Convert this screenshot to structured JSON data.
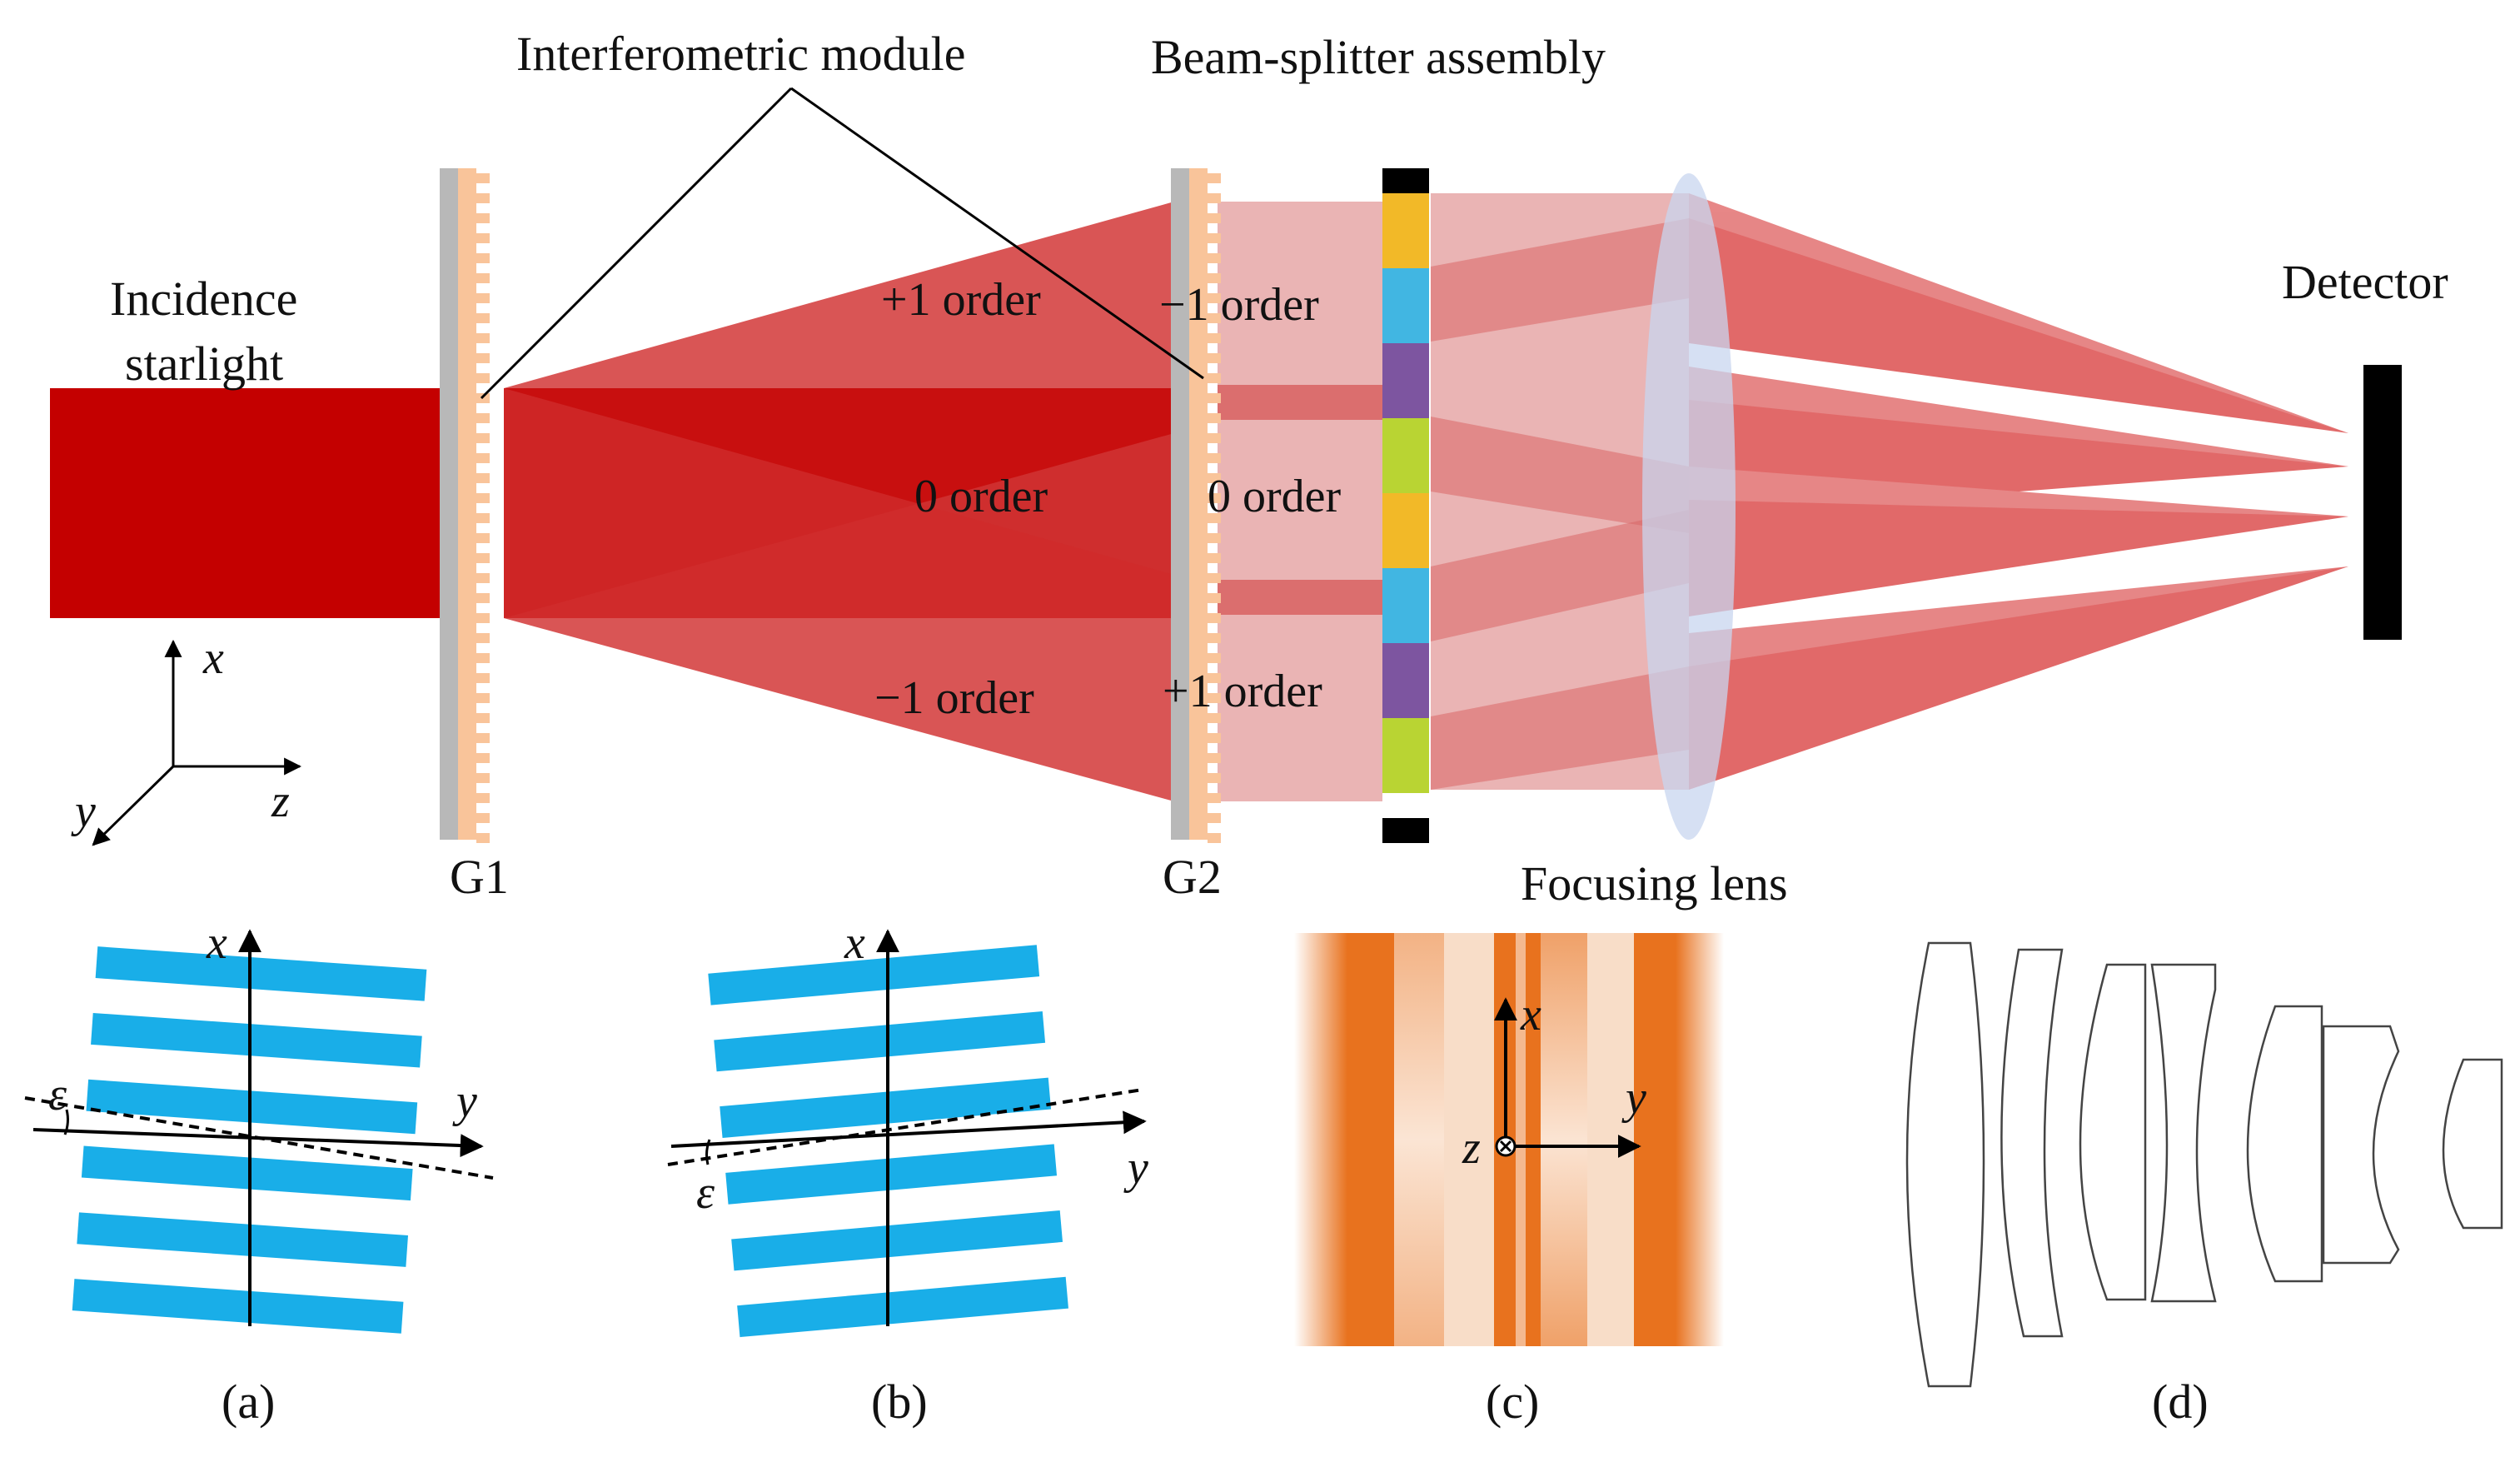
{
  "labels": {
    "incidence_line1": "Incidence",
    "incidence_line2": "starlight",
    "interferometric_module": "Interferometric module",
    "beam_splitter_assembly": "Beam-splitter assembly",
    "detector": "Detector",
    "focusing_lens": "Focusing lens",
    "g1": "G1",
    "g2": "G2",
    "plus1_order_left": "+1 order",
    "zero_order_left": "0 order",
    "minus1_order_left": "−1 order",
    "minus1_order_right": "−1 order",
    "zero_order_right": "0 order",
    "plus1_order_right": "+1 order"
  },
  "axes": {
    "x": "x",
    "y": "y",
    "z": "z",
    "epsilon": "ε"
  },
  "panels": {
    "a": "(a)",
    "b": "(b)",
    "c": "(c)",
    "d": "(d)"
  },
  "colors": {
    "beam_dark": "#c40000",
    "beam_mid": "#d94a4a",
    "beam_light": "#eab4b4",
    "grating_substrate": "#b8b8b8",
    "grating_teeth": "#f9c49a",
    "stripe_blue": "#19aee8",
    "fringe_orange": "#e8721e",
    "lens_fill": "#c8d6ef",
    "filter_yellow": "#f2b928",
    "filter_cyan": "#41b6e2",
    "filter_purple": "#7d55a0",
    "filter_green": "#b9d433"
  }
}
